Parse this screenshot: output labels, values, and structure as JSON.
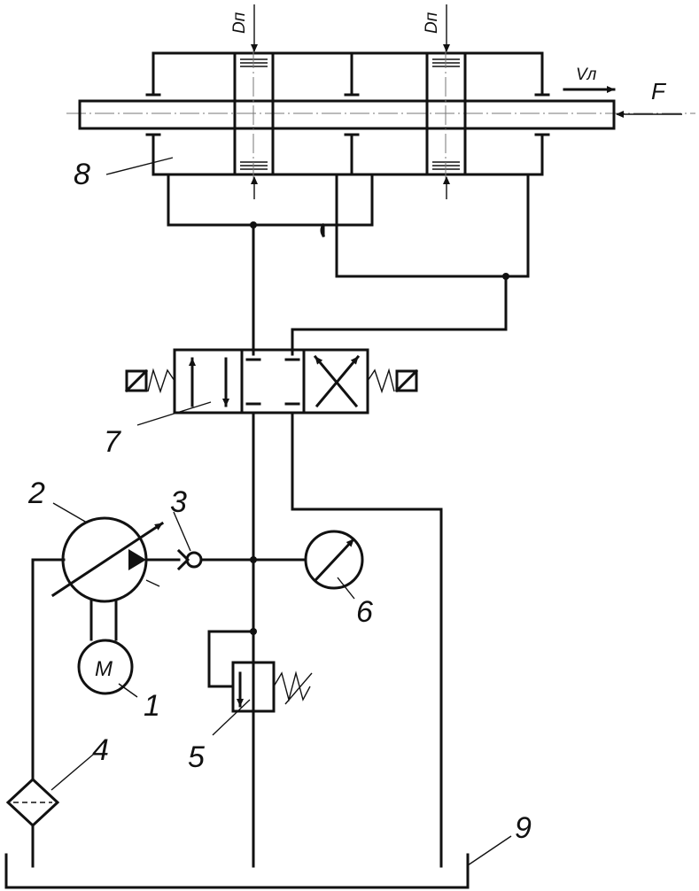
{
  "labels": {
    "piston_force_left": "Dп",
    "piston_force_right": "Dп",
    "velocity": "Vл",
    "force": "F",
    "motor": "M",
    "n1": "1",
    "n2": "2",
    "n3": "3",
    "n4": "4",
    "n5": "5",
    "n6": "6",
    "n7": "7",
    "n8": "8",
    "n9": "9"
  }
}
